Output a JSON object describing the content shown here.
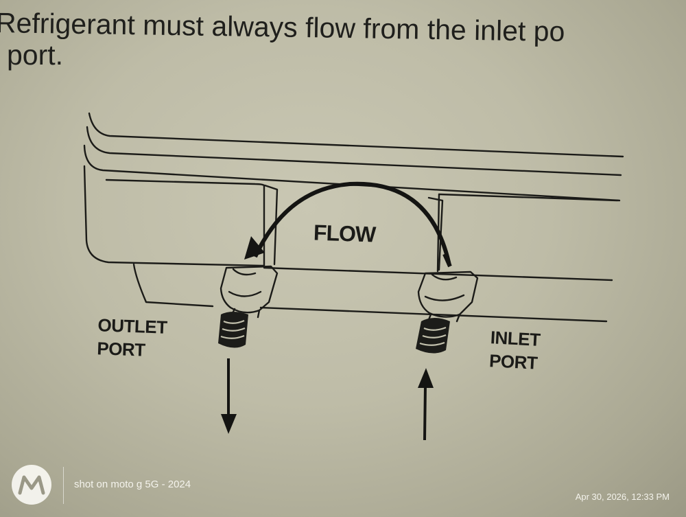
{
  "caption": {
    "line1": "Refrigerant must always flow from the inlet po",
    "line2": "port."
  },
  "diagram": {
    "flow_label": "FLOW",
    "outlet_label": [
      "OUTLET",
      "PORT"
    ],
    "inlet_label": [
      "INLET",
      "PORT"
    ]
  },
  "watermark": {
    "logo_icon": "motorola-logo-icon",
    "shot_text": "shot on moto g 5G - 2024",
    "timestamp": "Apr 30, 2026, 12:33 PM"
  }
}
